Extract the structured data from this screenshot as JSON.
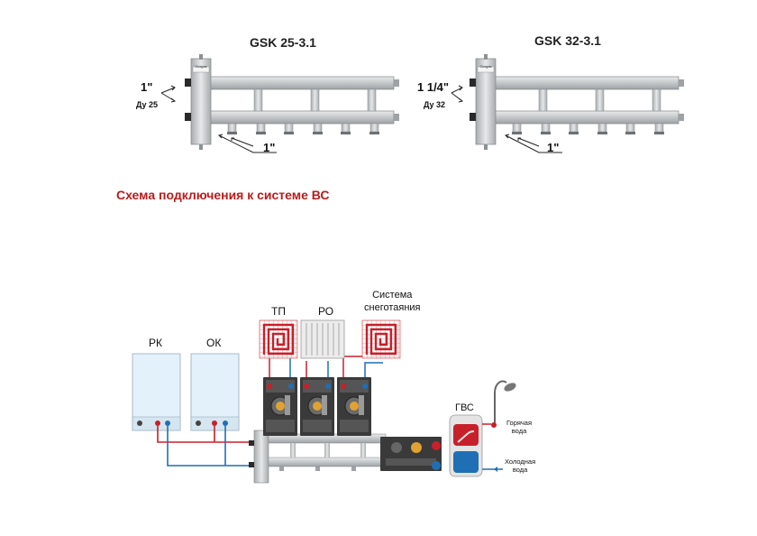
{
  "manifolds": [
    {
      "model": "GSK 25-3.1",
      "inlet_size": "1\"",
      "inlet_dn": "Ду 25",
      "outlet_size": "1\"",
      "logo": "Gorgas"
    },
    {
      "model": "GSK 32-3.1",
      "inlet_size": "1 1/4\"",
      "inlet_dn": "Ду 32",
      "outlet_size": "1\"",
      "logo": "Gorgas"
    }
  ],
  "section_title": "Схема подключения к системе ВС",
  "scheme": {
    "boilers": [
      {
        "label": "РК"
      },
      {
        "label": "ОК"
      }
    ],
    "consumers": [
      {
        "label": "ТП"
      },
      {
        "label": "РО"
      },
      {
        "label": "Система\nснеготаяния"
      }
    ],
    "dhw": {
      "label": "ГВС",
      "hot_water": "Горячая\nвода",
      "cold_water": "Холодная\nвода"
    }
  },
  "colors": {
    "accent_title": "#b81c1c",
    "hot_pipe": "#c8202a",
    "cold_pipe": "#1f6fb5",
    "steel": "#c9cccd"
  }
}
